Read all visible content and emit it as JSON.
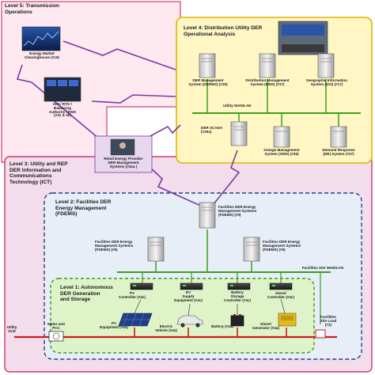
{
  "levels": {
    "level5": "Level 5: Transmission\nOperations",
    "level4": "Level 4: Distribution Utility DER\nOperational Analysis",
    "level3": "Level 3: Utility and REP\nDER Information and\nCommunications\nTechnology (ICT)",
    "level2": "Level 2: Facilities DER\nEnergy Management\n(FDEMS)",
    "level1": "Level 1: Autonomous\nDER Generation\nand Storage"
  },
  "nodes": {
    "energy_market": "Energy Market\nClearinghouse (#19)",
    "iso_rto": "ISO / RTO /\nBalancing\nAuthority / EMS\n(#31 & 30)",
    "retail_provider": "Retail Energy Provider\nDER Management\nSystems (#41a )",
    "derms": "DER Management\nSystem (DERMS) (#25)",
    "dms": "Distribution Management\nSystem (DMS) (#37)",
    "gis": "Geographic Information\nSystem (GIS) (#17)",
    "utility_wan": "Utility WAN/LAN",
    "der_scada": "DER SCADA\n(#29a)",
    "oms": "Outage Management\nSystem (OMS) (#36)",
    "dr_system": "Demand Response\n(DR) System (#27)",
    "fdems_top": "Facilities DER Energy\nManagement Systems\n(FDEMS) (#9)",
    "fdems_left": "Facilities DER Energy\nManagement Systems\n(FDEMS) (#5)",
    "fdems_right": "Facilities DER Energy\nManagement Systems\n(FDEMS) (#5)",
    "facilities_wan": "Facilities Site WAN/LAN",
    "pv_controller": "PV\nController (#4c)",
    "ev_supply": "EV\nSupply\nEquipment (#4c)",
    "battery_controller": "Battery\nStorage\nController (#4c)",
    "diesel_controller": "Diesel\nController (#4c)",
    "pv_equipment": "PV\nEquipment (#4a)",
    "electric_vehicle": "Electric\nVehicle (#4a)",
    "battery": "Battery (#4a)",
    "diesel_generator": "Diesel\nGenerator (#4a)",
    "utility_grid": "Utility\nGrid",
    "meter_pcc": "Meter and\nPCC",
    "site_load": "Facilities\nSite Load\n(#3)"
  },
  "colors": {
    "level5_fill": "#fde9ef",
    "level3_fill": "#f3dcec",
    "level4_fill": "#fff6c4",
    "level4_border": "#e3b200",
    "level2_fill": "#e8eef8",
    "level2_border": "#2b3f7a",
    "level1_fill": "#dff3c8",
    "level1_border": "#3a9a1a",
    "network_line": "#3aa01a",
    "power_line": "#c81e1e",
    "comm_bolt": "#7a3aa0",
    "outer_border": "#c2185b"
  }
}
